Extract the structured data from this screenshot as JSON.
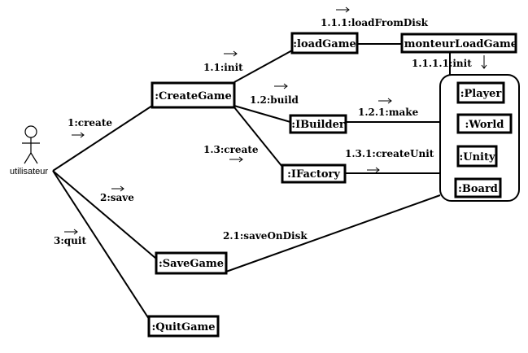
{
  "actor": {
    "name": "utilisateur",
    "icon": "stick-figure-icon"
  },
  "objects": {
    "create_game": ":CreateGame",
    "load_game": ":loadGame",
    "monteur_load_game": ":monteurLoadGame",
    "ibuilder": ":IBuilder",
    "ifactory": ":IFactory",
    "save_game": ":SaveGame",
    "quit_game": ":QuitGame",
    "player": ":Player",
    "world": ":World",
    "unity": ":Unity",
    "board": ":Board"
  },
  "messages": {
    "create": "1:create",
    "save": "2:save",
    "quit": "3:quit",
    "init": "1.1:init",
    "load_from_disk": "1.1.1:loadFromDisk",
    "init2": "1.1.1.1:init",
    "build": "1.2:build",
    "make": "1.2.1:make",
    "create2": "1.3:create",
    "create_unit": "1.3.1:createUnit",
    "save_on_disk": "2.1:saveOnDisk"
  },
  "colors": {
    "stroke": "#000000",
    "background": "#ffffff"
  }
}
